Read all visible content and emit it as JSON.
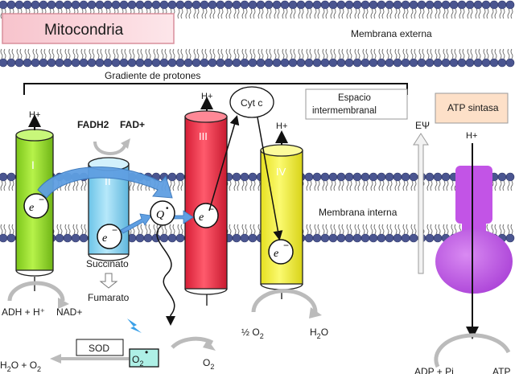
{
  "title": "Mitocondria",
  "labels": {
    "outer_membrane": "Membrana externa",
    "inner_membrane": "Membrana interna",
    "proton_gradient": "Gradiente de protones",
    "intermembrane_line1": "Espacio",
    "intermembrane_line2": "intermembranal",
    "atp_synthase": "ATP sintasa",
    "potential": "EΨ"
  },
  "complexes": {
    "I": "I",
    "II": "II",
    "III": "III",
    "IV": "IV",
    "Q": "Q",
    "cytc": "Cyt c",
    "electron": "e"
  },
  "protons": {
    "h1": "H+",
    "h3": "H+",
    "h4": "H+",
    "h_atp": "H+"
  },
  "substrates": {
    "fadh2": "FADH2",
    "fad": "FAD+",
    "succinato": "Succinato",
    "fumarato": "Fumarato",
    "nadh": "ADH + H⁺",
    "nad": "NAD+",
    "o2_half": "½ O",
    "o2_half_sub": "2",
    "water": "H",
    "water_sub": "2",
    "water_o": "O",
    "sod": "SOD",
    "superoxide": "O",
    "superoxide_sub": "2",
    "o2_out": "O",
    "o2_out_sub": "2",
    "h2o_o2_prefix": "H",
    "h2o_o2_sub": "2",
    "h2o_o2_rest": "O + O",
    "h2o_o2_sub2": "2",
    "adp_pi": "ADP + Pi",
    "atp": "ATP"
  },
  "colors": {
    "complex_I": "#9bea2a",
    "complex_II": "#8fd6f2",
    "complex_III": "#ef2c45",
    "complex_IV": "#f4f230",
    "atp_synthase": "#c254e6",
    "title_fill": "#fbd6dd",
    "membrane_head": "#4a5590"
  }
}
